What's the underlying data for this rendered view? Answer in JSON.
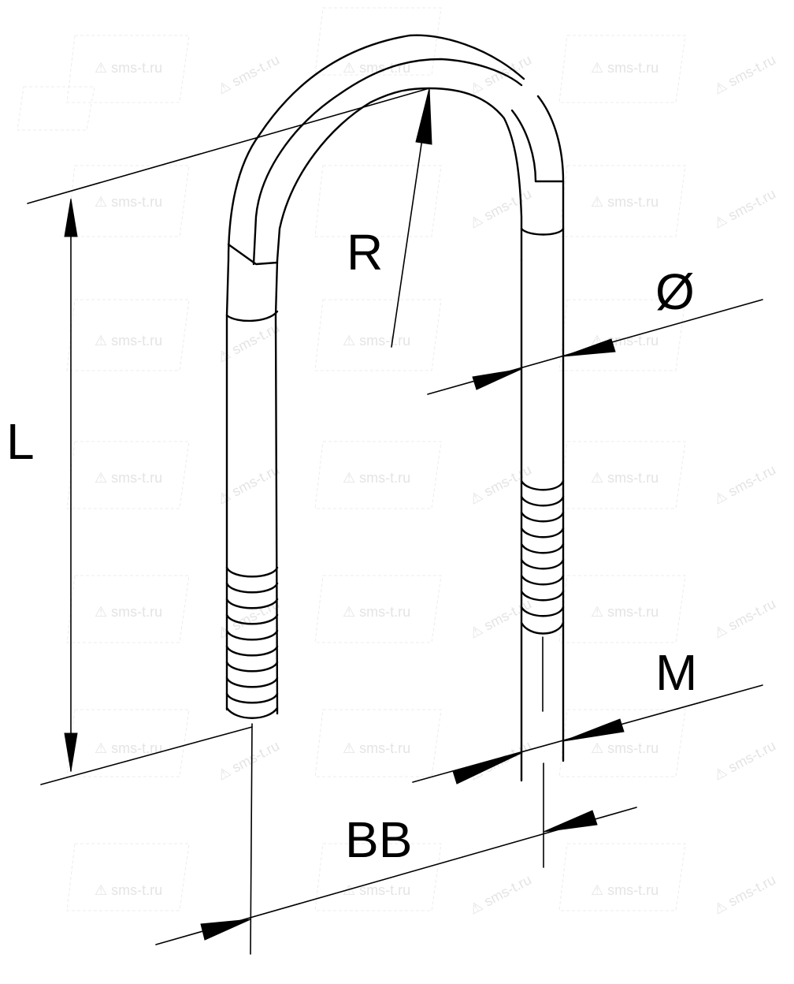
{
  "figure": {
    "subject": "U-bolt technical drawing",
    "watermark": "sms-t.ru",
    "colors": {
      "line": "#000000",
      "background": "#ffffff",
      "watermark": "#e4e4e4"
    }
  },
  "labels": {
    "radius": "R",
    "diameter": "Ø",
    "length": "L",
    "thread": "M",
    "width": "BB"
  }
}
